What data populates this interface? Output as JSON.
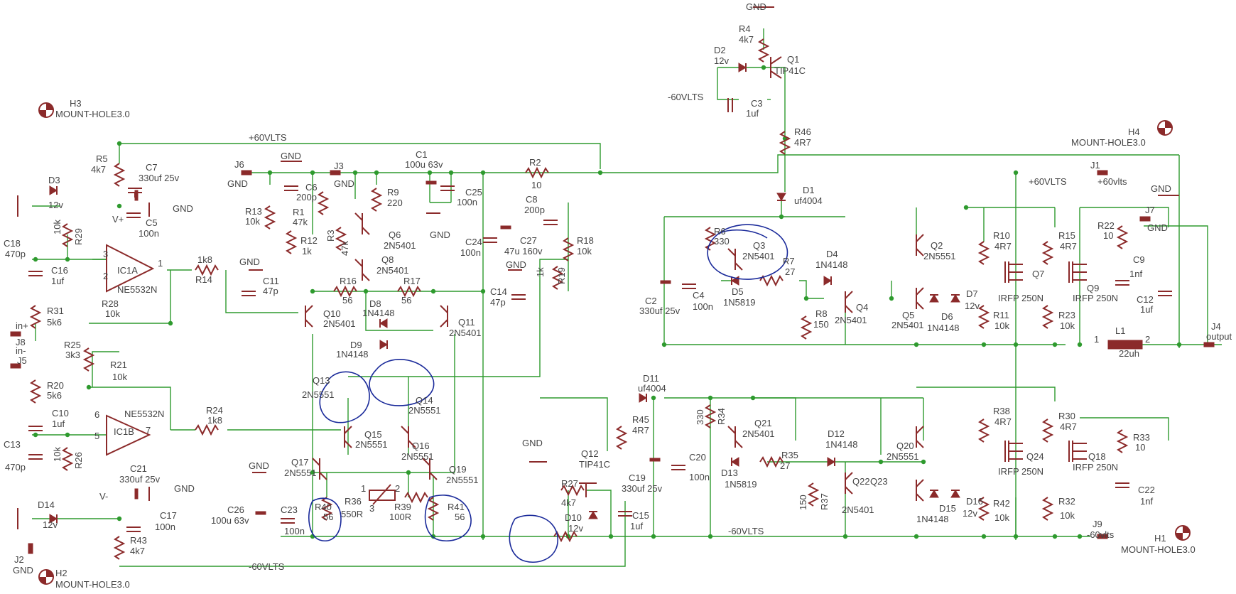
{
  "nets": {
    "pos60_top": "+60VLTS",
    "pos60_right": "+60VLTS",
    "neg60_bottom": "-60VLTS",
    "neg60_left": "-60VLTS",
    "neg60_top": "-60VLTS",
    "gnd": "GND",
    "vplus": "V+",
    "vminus": "V-"
  },
  "mount_holes": [
    {
      "ref": "H3",
      "type": "MOUNT-HOLE3.0"
    },
    {
      "ref": "H4",
      "type": "MOUNT-HOLE3.0"
    },
    {
      "ref": "H1",
      "type": "MOUNT-HOLE3.0"
    },
    {
      "ref": "H2",
      "type": "MOUNT-HOLE3.0"
    }
  ],
  "connectors": {
    "J1": {
      "ref": "J1",
      "label": "+60vlts"
    },
    "J2": {
      "ref": "J2",
      "label": "GND"
    },
    "J3": {
      "ref": "J3",
      "label": "GND"
    },
    "J4": {
      "ref": "J4",
      "label": "output"
    },
    "J5": {
      "ref": "J5",
      "label": "in-"
    },
    "J6": {
      "ref": "J6",
      "label": "GND"
    },
    "J7": {
      "ref": "J7",
      "label": "GND"
    },
    "J8": {
      "ref": "J8",
      "label": "in+"
    },
    "J9": {
      "ref": "J9",
      "label": "-60vlts"
    }
  },
  "opamps": {
    "IC1A": {
      "ref": "IC1A",
      "part": "NE5532N",
      "pin_plus": "3",
      "pin_minus": "2",
      "pin_out": "1"
    },
    "IC1B": {
      "ref": "IC1B",
      "part": "NE5532N",
      "pin_plus": "5",
      "pin_minus": "6",
      "pin_out": "7"
    }
  },
  "resistors": {
    "R1": [
      "R1",
      "47k"
    ],
    "R2": [
      "R2",
      "10"
    ],
    "R3": [
      "R3",
      "47k"
    ],
    "R4": [
      "R4",
      "4k7"
    ],
    "R5": [
      "R5",
      "4k7"
    ],
    "R6": [
      "R6",
      "330"
    ],
    "R7": [
      "R7",
      "27"
    ],
    "R8": [
      "R8",
      "150"
    ],
    "R9": [
      "R9",
      "220"
    ],
    "R10": [
      "R10",
      "4R7"
    ],
    "R11": [
      "R11",
      "10k"
    ],
    "R12": [
      "R12",
      "1k"
    ],
    "R13": [
      "R13",
      "10k"
    ],
    "R14": [
      "R14",
      "1k8"
    ],
    "R15": [
      "R15",
      "4R7"
    ],
    "R16": [
      "R16",
      "56"
    ],
    "R17": [
      "R17",
      "56"
    ],
    "R18": [
      "R18",
      "10k"
    ],
    "R19": [
      "R19",
      "1k"
    ],
    "R20": [
      "R20",
      "5k6"
    ],
    "R21": [
      "R21",
      "10k"
    ],
    "R22": [
      "R22",
      "10"
    ],
    "R23": [
      "R23",
      "10k"
    ],
    "R24": [
      "R24",
      "1k8"
    ],
    "R25": [
      "R25",
      "3k3"
    ],
    "R26": [
      "R26",
      "10k"
    ],
    "R27": [
      "R27",
      "4k7"
    ],
    "R28": [
      "R28",
      "10k"
    ],
    "R29": [
      "R29",
      "10k"
    ],
    "R30": [
      "R30",
      "4R7"
    ],
    "R31": [
      "R31",
      "5k6"
    ],
    "R32": [
      "R32",
      "10k"
    ],
    "R33": [
      "R33",
      "10"
    ],
    "R34": [
      "R34",
      "330"
    ],
    "R35": [
      "R35",
      "27"
    ],
    "R37": [
      "R37",
      "150"
    ],
    "R38": [
      "R38",
      "4R7"
    ],
    "R39": [
      "R39",
      "100R"
    ],
    "R40": [
      "R40",
      "56"
    ],
    "R41": [
      "R41",
      "56"
    ],
    "R42": [
      "R42",
      "10k"
    ],
    "R43": [
      "R43",
      "4k7"
    ],
    "R45": [
      "R45",
      "4R7"
    ],
    "R46": [
      "R46",
      "4R7"
    ]
  },
  "trimmer": {
    "ref": "R36",
    "value": "550R",
    "pin1": "1",
    "pin2": "2",
    "pin3": "3"
  },
  "capacitors": {
    "C1": [
      "C1",
      "100u 63v"
    ],
    "C2": [
      "C2",
      "330uf 25v"
    ],
    "C3": [
      "C3",
      "1uf"
    ],
    "C4": [
      "C4",
      "100n"
    ],
    "C5": [
      "C5",
      "100n"
    ],
    "C6": [
      "C6",
      "200p"
    ],
    "C7": [
      "C7",
      "330uf 25v"
    ],
    "C8": [
      "C8",
      "200p"
    ],
    "C9": [
      "C9",
      "1nf"
    ],
    "C10": [
      "C10",
      "1uf"
    ],
    "C11": [
      "C11",
      "47p"
    ],
    "C12": [
      "C12",
      "1uf"
    ],
    "C13": [
      "C13",
      "470p"
    ],
    "C14": [
      "C14",
      "47p"
    ],
    "C15": [
      "C15",
      "1uf"
    ],
    "C16": [
      "C16",
      "1uf"
    ],
    "C17": [
      "C17",
      "100n"
    ],
    "C18": [
      "C18",
      "470p"
    ],
    "C19": [
      "C19",
      "330uf 25v"
    ],
    "C20": [
      "C20",
      "100n"
    ],
    "C21": [
      "C21",
      "330uf 25v"
    ],
    "C22": [
      "C22",
      "1nf"
    ],
    "C23": [
      "C23",
      "100n"
    ],
    "C24": [
      "C24",
      "100n"
    ],
    "C25": [
      "C25",
      "100n"
    ],
    "C26": [
      "C26",
      "100u 63v"
    ],
    "C27": [
      "C27",
      "47u 160v"
    ]
  },
  "diodes": {
    "D1": [
      "D1",
      "uf4004"
    ],
    "D2": [
      "D2",
      "12v"
    ],
    "D3": [
      "D3",
      "12v"
    ],
    "D4": [
      "D4",
      "1N4148"
    ],
    "D5": [
      "D5",
      "1N5819"
    ],
    "D6": [
      "D6",
      "1N4148"
    ],
    "D7": [
      "D7",
      "12v"
    ],
    "D8": [
      "D8",
      "1N4148"
    ],
    "D9": [
      "D9",
      "1N4148"
    ],
    "D10": [
      "D10",
      "12v"
    ],
    "D11": [
      "D11",
      "uf4004"
    ],
    "D12": [
      "D12",
      "1N4148"
    ],
    "D13": [
      "D13",
      "1N5819"
    ],
    "D14": [
      "D14",
      "12v"
    ],
    "D15": [
      "D15",
      "1N4148"
    ],
    "D16": [
      "D16",
      "12v"
    ]
  },
  "transistors": {
    "Q1": [
      "Q1",
      "TIP41C"
    ],
    "Q2": [
      "Q2",
      "2N5551"
    ],
    "Q3": [
      "Q3",
      "2N5401"
    ],
    "Q4": [
      "Q4",
      "2N5401"
    ],
    "Q5": [
      "Q5",
      "2N5401"
    ],
    "Q6": [
      "Q6",
      "2N5401"
    ],
    "Q7": [
      "Q7",
      "IRFP 250N"
    ],
    "Q8": [
      "Q8",
      "2N5401"
    ],
    "Q9": [
      "Q9",
      "IRFP 250N"
    ],
    "Q10": [
      "Q10",
      "2N5401"
    ],
    "Q11": [
      "Q11",
      "2N5401"
    ],
    "Q12": [
      "Q12",
      "TIP41C"
    ],
    "Q13": [
      "Q13",
      "2N5551"
    ],
    "Q14": [
      "Q14",
      "2N5551"
    ],
    "Q15": [
      "Q15",
      "2N5551"
    ],
    "Q16": [
      "Q16",
      "2N5551"
    ],
    "Q17": [
      "Q17",
      "2N5551"
    ],
    "Q18": [
      "Q18",
      "IRFP 250N"
    ],
    "Q19": [
      "Q19",
      "2N5551"
    ],
    "Q20": [
      "Q20",
      "2N5551"
    ],
    "Q21": [
      "Q21",
      "2N5401"
    ],
    "Q22": [
      "Q22",
      "2N5401"
    ],
    "Q23": [
      "Q23",
      ""
    ],
    "Q24": [
      "Q24",
      "IRFP 250N"
    ]
  },
  "inductor": {
    "ref": "L1",
    "value": "22uh",
    "pin1": "1",
    "pin2": "2"
  },
  "colors": {
    "wire": "#2e9a2e",
    "component": "#8b2a2a",
    "text": "#444444",
    "annotation_ink": "#1a2a9a"
  }
}
